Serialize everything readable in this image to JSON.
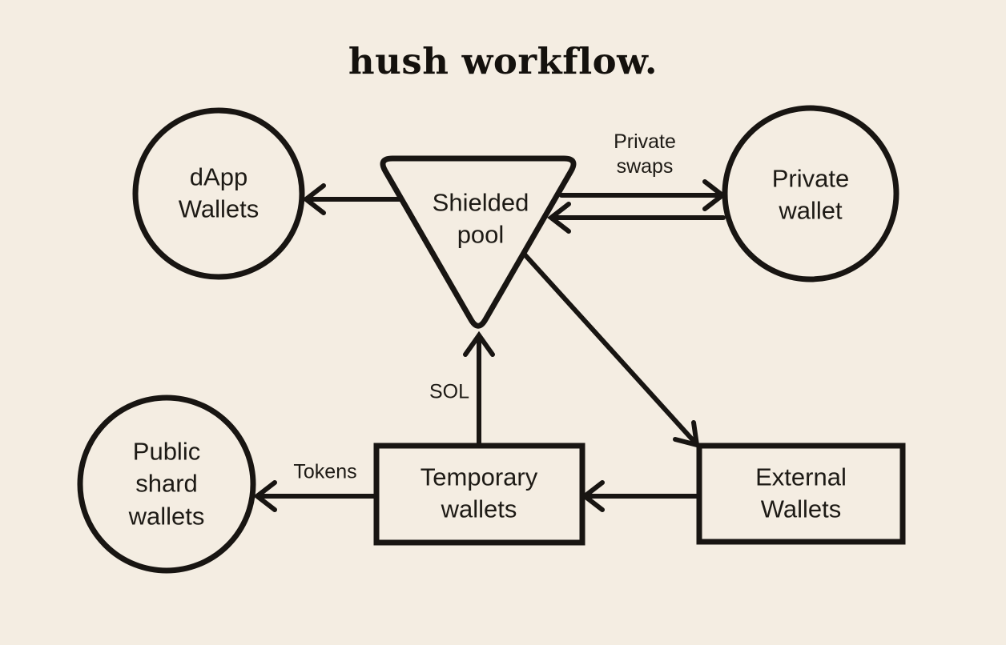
{
  "title": "hush workflow.",
  "colors": {
    "background": "#f4ede2",
    "ink": "#181512"
  },
  "nodes": [
    {
      "id": "dapp-wallets",
      "shape": "circle",
      "label": "dApp\nWallets"
    },
    {
      "id": "shielded-pool",
      "shape": "triangle",
      "label": "Shielded\npool"
    },
    {
      "id": "private-wallet",
      "shape": "circle",
      "label": "Private\nwallet"
    },
    {
      "id": "public-shard-wallets",
      "shape": "circle",
      "label": "Public\nshard\nwallets"
    },
    {
      "id": "temporary-wallets",
      "shape": "rectangle",
      "label": "Temporary\nwallets"
    },
    {
      "id": "external-wallets",
      "shape": "rectangle",
      "label": "External\nWallets"
    }
  ],
  "edges": [
    {
      "from": "shielded-pool",
      "to": "dapp-wallets",
      "label": ""
    },
    {
      "from": "shielded-pool",
      "to": "private-wallet",
      "label": "Private\nswaps"
    },
    {
      "from": "private-wallet",
      "to": "shielded-pool",
      "label": ""
    },
    {
      "from": "shielded-pool",
      "to": "external-wallets",
      "label": ""
    },
    {
      "from": "temporary-wallets",
      "to": "shielded-pool",
      "label": "SOL"
    },
    {
      "from": "external-wallets",
      "to": "temporary-wallets",
      "label": ""
    },
    {
      "from": "temporary-wallets",
      "to": "public-shard-wallets",
      "label": "Tokens"
    }
  ]
}
